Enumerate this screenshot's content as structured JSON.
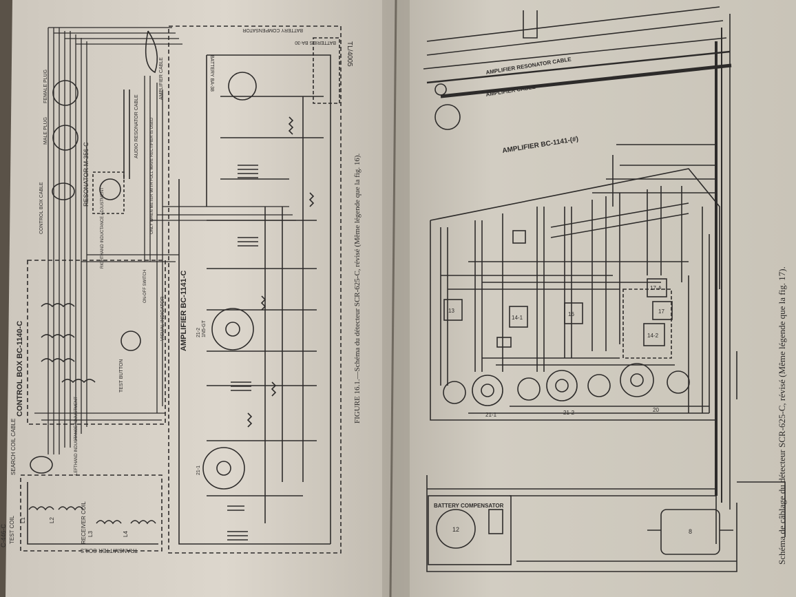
{
  "left_page": {
    "page_ref": "TL/4005",
    "caption": "FIGURE 16.1.—Schéma du détecteur SCR-625-C, révisé (Même légende que la fig. 16).",
    "labels": {
      "control_box": "CONTROL BOX BC-1140-C",
      "amplifier": "AMPLIFIER BC-1141-C",
      "resonator": "RESONATOR M-356-C",
      "control_box_cable": "CONTROL BOX CABLE",
      "amplifier_cable": "AMPLIFIER CABLE",
      "audio_resonator_cable": "AUDIO RESONATOR CABLE",
      "search_coil_cable": "SEARCH COIL CABLE",
      "battery_compensator": "BATTERY COMPENSATOR",
      "batteries": "BATTERIES BA-30",
      "battery": "BATTERY BA-38",
      "male_plug": "MALE PLUG",
      "female_plug": "FEMALE PLUG",
      "test_button": "TEST BUTTON",
      "visual_indicator": "VISUAL INDICATOR",
      "on_off_switch": "ON-OFF SWITCH",
      "righthand_adjustment": "RIGHTHAND INDUCTANCE ADJUSTMENT",
      "lefthand_adjustment": "LEFTHAND INDUCTANCE ADJUSTMENT",
      "receiver_coil": "RECEIVER COIL",
      "transmitter_coils": "TRANSMITTER COILS",
      "test_coil": "TEST COIL",
      "c446": "C-446-C",
      "meter_note": "ONLY WHEN METER WITH FULL WAVE RECTIFIER IS USED",
      "tube_a": "1N5-GT",
      "tube_b": "21-1",
      "tube_c": "21-2",
      "coil_l1": "L1",
      "coil_l2": "L2",
      "coil_l3": "L3",
      "coil_l4": "L4"
    }
  },
  "right_page": {
    "caption": "Schéma de câblage du détecteur SCR-625-C, révisé (Même légende que la fig. 17).",
    "labels": {
      "amplifier": "AMPLIFIER BC-1141-(#)",
      "amplifier_resonator_cable": "AMPLIFIER RESONATOR CABLE",
      "amplifier_cable": "AMPLIFIER CABLE",
      "battery_compensator": "BATTERY COMPENSATOR",
      "ref_12": "12",
      "ref_8": "8",
      "ref_20": "20",
      "ref_13": "13",
      "ref_14_1": "14-1",
      "ref_16": "16",
      "ref_17": "17",
      "ref_17_a": "17-A",
      "ref_14_2": "14-2",
      "ref_21_1": "21-1",
      "ref_21_2": "21-2"
    }
  },
  "colors": {
    "left_paper": "#d8d2c8",
    "right_paper": "#cfcabe",
    "ink": "#2d2b2a"
  }
}
